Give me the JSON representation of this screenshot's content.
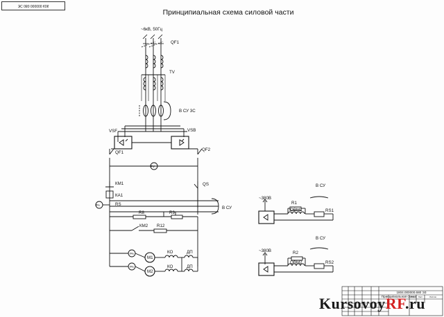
{
  "title": "Принципиальная схема силовой части",
  "stamp_top": "ЭС 080 000000 К06",
  "supply": "~6кВ, 50Гц",
  "labels": {
    "qf1_top": "QF1",
    "tv": "TV",
    "bsu_3c": "В СУ 3С",
    "vsf": "VSF",
    "vsb": "VSB",
    "qf1": "QF1",
    "qf2": "QF2",
    "km1": "КМ1",
    "ka1": "КА1",
    "qs": "QS",
    "rs": "RS",
    "r8": "R8",
    "r9": "R9",
    "bsu_main": "В СУ",
    "km2": "КМ2",
    "r12": "R12",
    "m1": "М1",
    "m2": "М2",
    "ko_1": "КО",
    "ko_2": "КО",
    "dp_1": "ДП",
    "dp_2": "ДП",
    "pv": "PV",
    "pa": "PA",
    "cu_a": "В СУ",
    "v380_a": "~380В",
    "r1": "R1",
    "obm1": "ОВМ1",
    "rs1": "RS1",
    "cu_b": "В СУ",
    "v380_b": "~380В",
    "r2": "R2",
    "obm2": "ОВМ2",
    "rs2": "RS2"
  },
  "title_block": {
    "code": "1804.000000.680 ЭЗ",
    "name": "Принципиальная схема",
    "sheet": "Лист",
    "sheets": "Листов",
    "stage": "Лит."
  },
  "watermark": {
    "part1": "Kursovoy",
    "part2": "RF",
    "part3": ".ru"
  }
}
